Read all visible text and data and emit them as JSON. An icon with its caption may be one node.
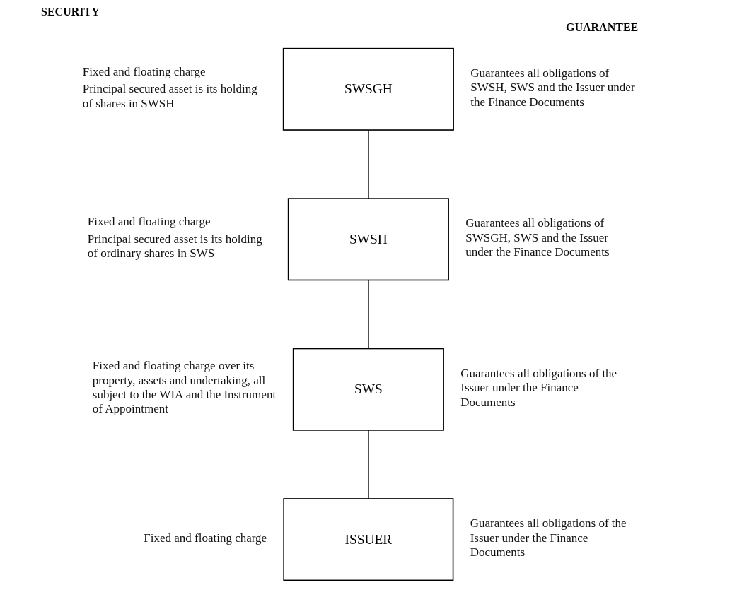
{
  "diagram": {
    "nodes": [
      {
        "text": [
          "SWSGH"
        ],
        "beside": [
          "Fixed and floating charge",
          "Principal secured asset is its holding of shares in SWSH",
          "Guarantees all obligations of SWSH, SWS and the Issuer under the Finance Documents"
        ]
      },
      {
        "text": [
          "SWSH"
        ],
        "beside": [
          "Fixed and floating charge",
          "Principal secured asset is its holding of ordinary shares in SWS",
          "Guarantees all obligations of SWSGH, SWS and the Issuer under the Finance Documents"
        ]
      },
      {
        "text": [
          "SWS"
        ],
        "beside": [
          "Fixed and floating charge over its property, assets and undertaking, all subject to the WIA and the Instrument of Appointment",
          "Guarantees all obligations of the Issuer under the Finance Documents"
        ]
      },
      {
        "text": [
          "ISSUER"
        ],
        "beside": [
          "Fixed and floating charge",
          "Guarantees all obligations of the Issuer under the Finance Documents"
        ]
      }
    ],
    "edges": [
      {
        "from": 0,
        "to": 1,
        "arrow": "none"
      },
      {
        "from": 1,
        "to": 2,
        "arrow": "none"
      },
      {
        "from": 2,
        "to": 3,
        "arrow": "none"
      }
    ],
    "labels": [
      "SECURITY",
      "GUARANTEE"
    ]
  }
}
